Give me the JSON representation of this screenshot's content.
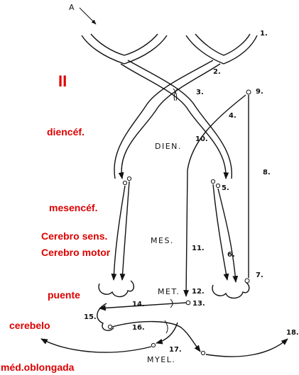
{
  "figure": {
    "arrow_label": "A",
    "numeral": "II",
    "regions": {
      "dien": "DIEN.",
      "mes": "MES.",
      "met": "MET.",
      "myel": "MYEL."
    },
    "numbers": [
      "1.",
      "2.",
      "3.",
      "4.",
      "5.",
      "6.",
      "7.",
      "8.",
      "9.",
      "10.",
      "11.",
      "12.",
      "13.",
      "14.",
      "15.",
      "16.",
      "17.",
      "18."
    ],
    "annotations": {
      "diencef": "diencéf.",
      "mesencef": "mesencéf.",
      "cerebro_sens": "Cerebro sens.",
      "cerebro_motor": "Cerebro motor",
      "puente": "puente",
      "cerebelo": "cerebelo",
      "med_oblongada": "méd.oblongada"
    }
  }
}
